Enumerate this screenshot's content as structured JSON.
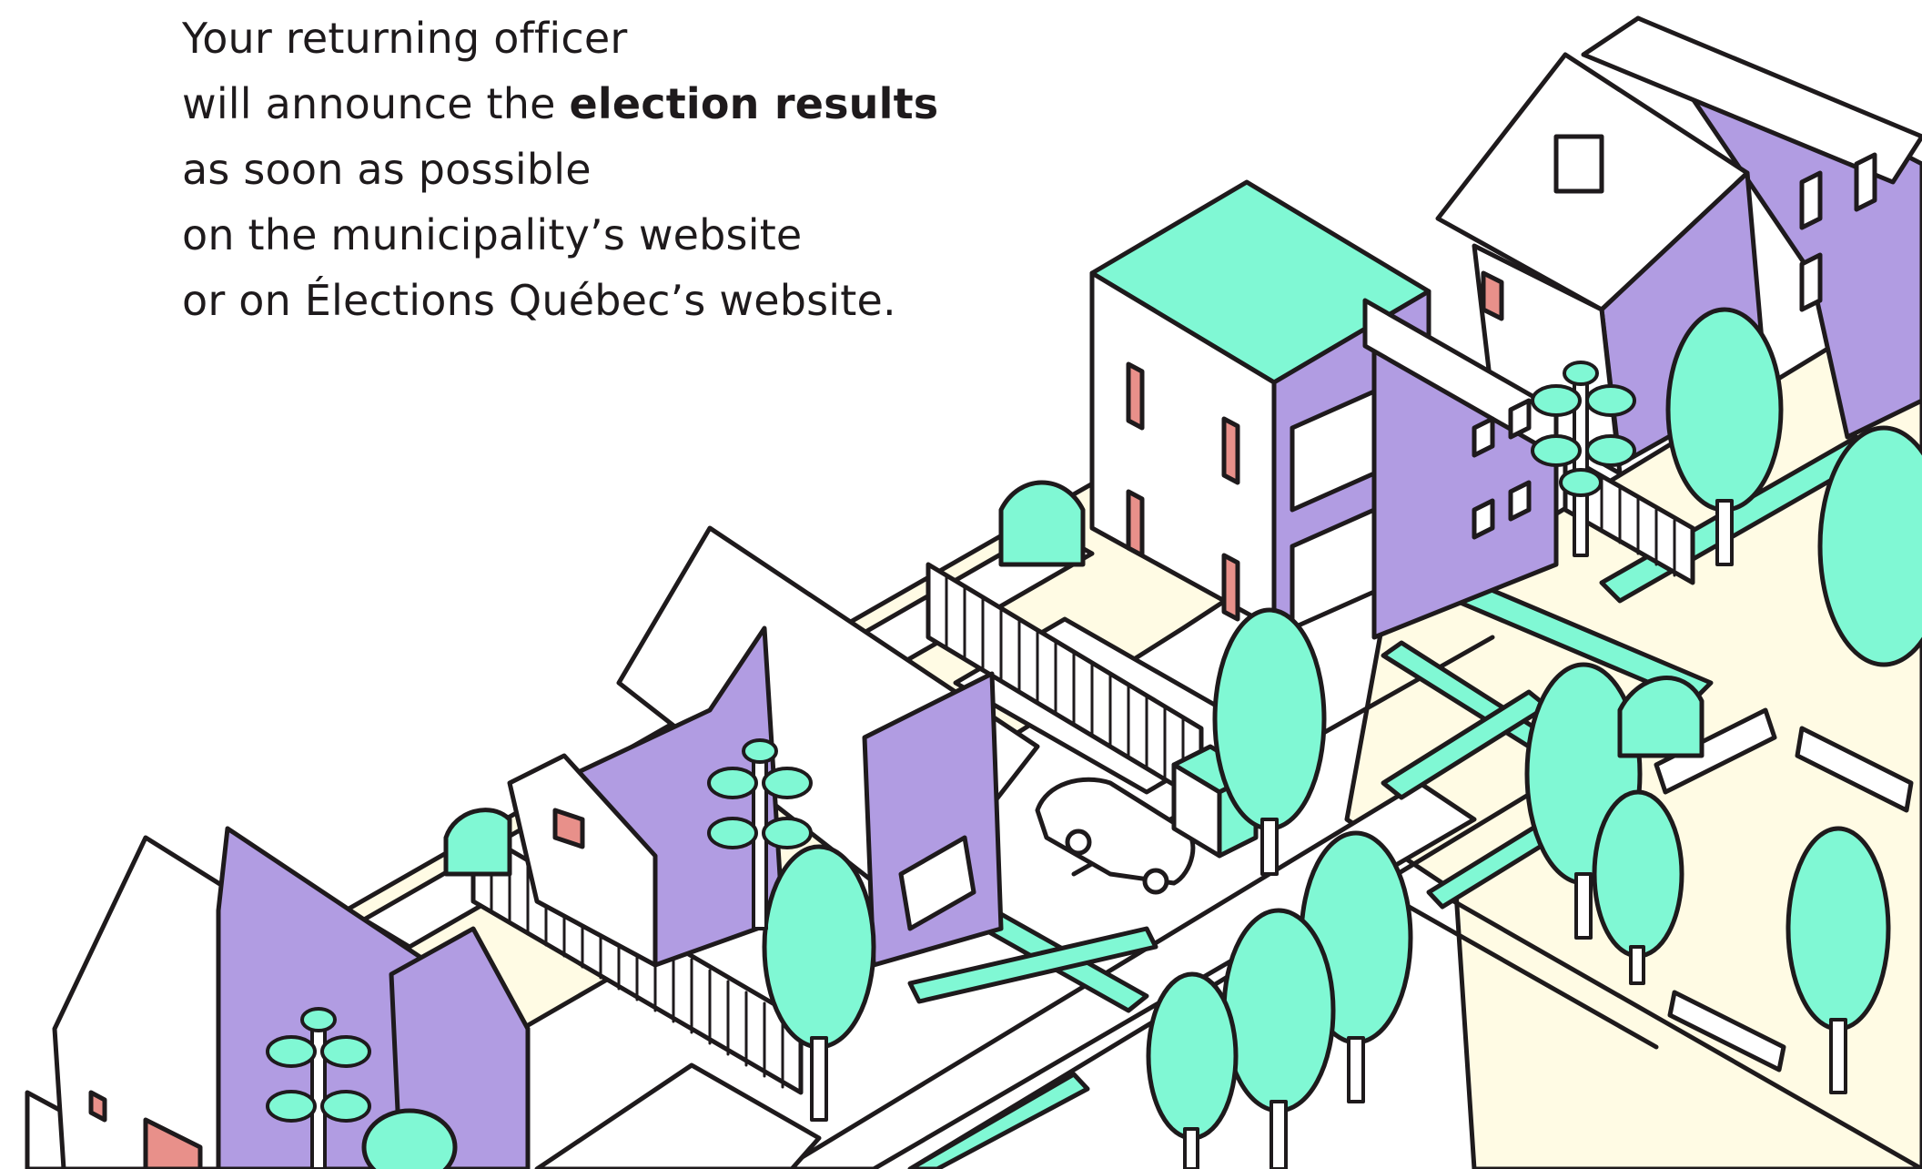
{
  "message": {
    "line1": "Your returning officer",
    "line2_prefix": "will announce the ",
    "line2_bold": "election results",
    "line3": "as soon as possible",
    "line4": "on the municipality’s website",
    "line5": "or on Élections Québec’s website."
  },
  "colors": {
    "outline": "#1e1a1c",
    "purple": "#b19ce2",
    "mint": "#80f8d4",
    "cream": "#fffbe4",
    "window_pink": "#e8908a",
    "white": "#ffffff"
  },
  "illustration": {
    "subject": "isometric residential street",
    "icons": [
      "house-icon",
      "tree-icon",
      "car-icon",
      "bench-icon",
      "fence-icon",
      "hedge-icon"
    ]
  }
}
